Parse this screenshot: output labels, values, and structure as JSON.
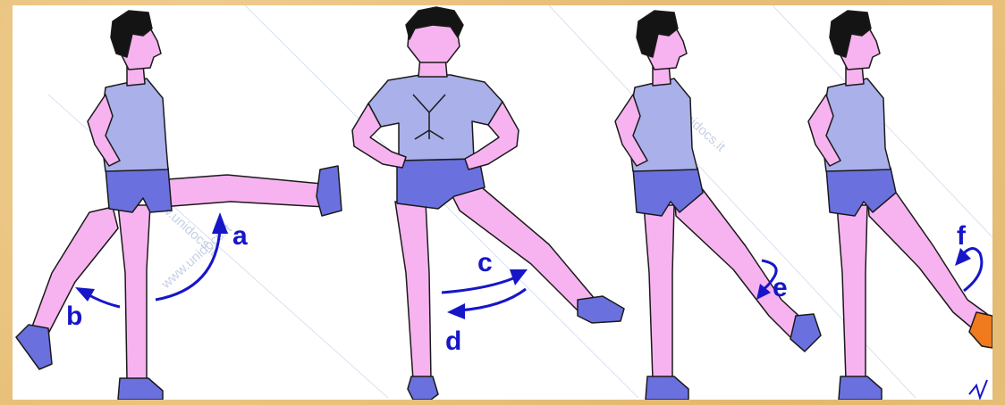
{
  "figure": {
    "step_labels": [
      "a",
      "b",
      "c",
      "d",
      "e",
      "f"
    ],
    "watermark": [
      "www.unidocs.it",
      "www.unidocs.it",
      "www.unidocs.it"
    ]
  },
  "colors": {
    "skin": "#f7b3f0",
    "shirt": "#a9b0ea",
    "shorts": "#6a71de",
    "shoe": "#6a71de",
    "shoe_highlight": "#f07a1e",
    "hair": "#141414",
    "arrow": "#1616c8",
    "outline": "#1a1a1a",
    "background": "#e8c07a"
  }
}
